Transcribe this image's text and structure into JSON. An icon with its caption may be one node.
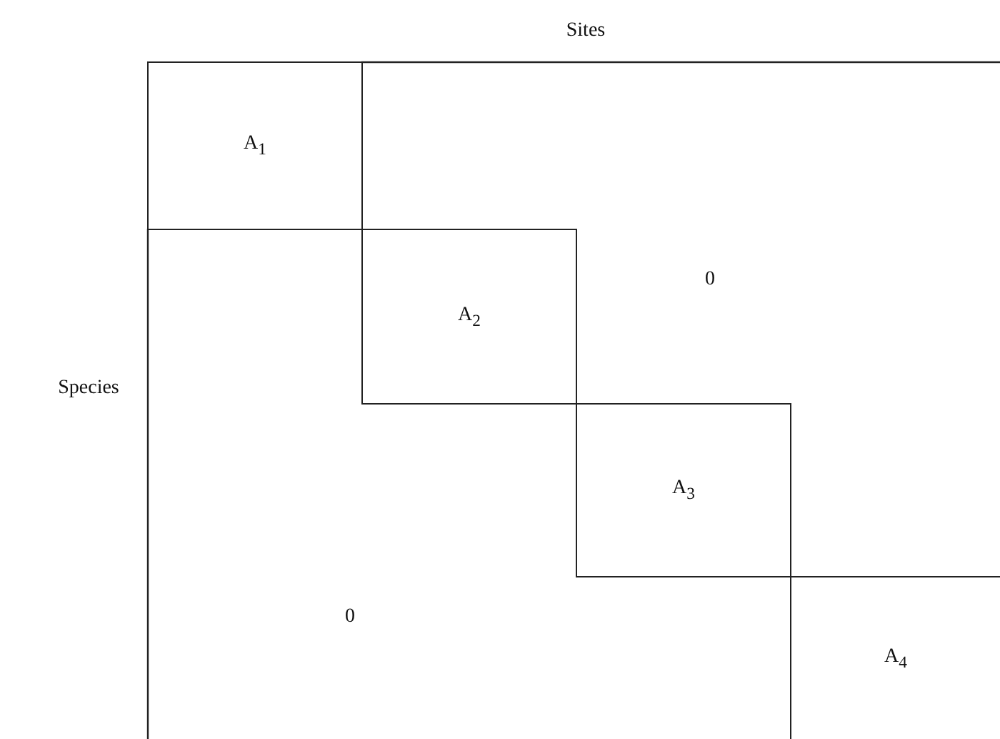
{
  "diagram": {
    "nodes": [
      {
        "text": [
          "A$_{1}$"
        ]
      },
      {
        "text": [
          "A$_{2}$"
        ]
      },
      {
        "text": [
          "A$_{3}$"
        ]
      },
      {
        "text": [
          "A$_{4}$"
        ]
      }
    ],
    "edges": [],
    "labels": [
      "Sites",
      "Species",
      "0",
      "0"
    ]
  }
}
